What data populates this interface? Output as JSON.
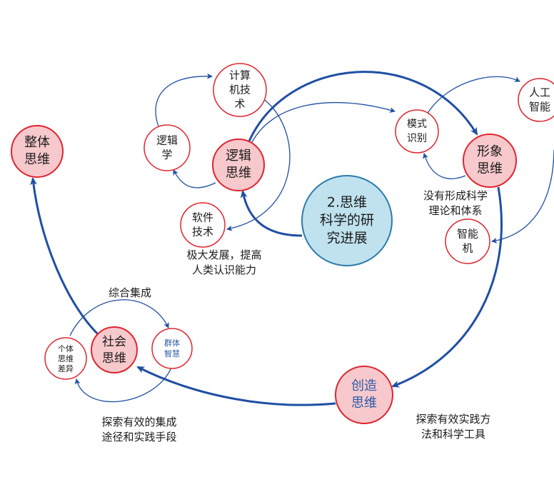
{
  "colors": {
    "arrow": "#1f4fa3",
    "node_border": "#e0252f",
    "major_fill": "#f7c9cc",
    "center_fill": "#bfe2ee",
    "center_border": "#2b7bab",
    "text": "#1b1b1b"
  },
  "nodes": {
    "center": [
      "2.思维",
      "科学的研",
      "究进展"
    ],
    "logic": [
      "逻辑",
      "思维"
    ],
    "image": [
      "形象",
      "思维"
    ],
    "social": [
      "社会",
      "思维"
    ],
    "creative": [
      "创造",
      "思维"
    ],
    "holistic": [
      "整体",
      "思维"
    ],
    "computer": [
      "计算",
      "机技",
      "术"
    ],
    "logic_sci": [
      "逻辑",
      "学"
    ],
    "software": [
      "软件",
      "技术"
    ],
    "pattern": [
      "模式",
      "识别"
    ],
    "ai": [
      "人工",
      "智能"
    ],
    "smart_machine": [
      "智能",
      "机"
    ],
    "individual": [
      "个体",
      "思维",
      "差异"
    ],
    "group": [
      "群体",
      "智慧"
    ]
  },
  "captions": {
    "logic": [
      "极大发展，提高",
      "人类认识能力"
    ],
    "image": [
      "没有形成科学",
      "理论和体系"
    ],
    "social_top": [
      "综合集成"
    ],
    "social_bottom": [
      "探索有效的集成",
      "途径和实践手段"
    ],
    "creative": [
      "探索有效实践方",
      "法和科学工具"
    ]
  }
}
